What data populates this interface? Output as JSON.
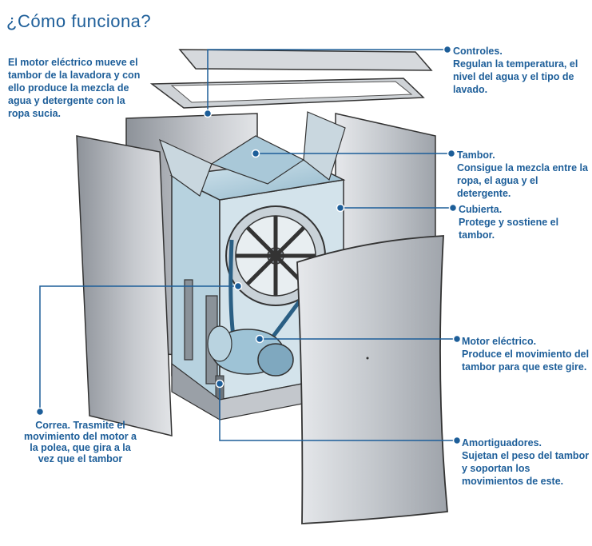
{
  "title": "¿Cómo funciona?",
  "intro": "El motor eléctrico mueve el tambor de la lavadora y con ello produce la mezcla de agua y detergente con la ropa sucia.",
  "labels": {
    "controles": {
      "head": "Controles.",
      "desc": "Regulan la temperatura, el nivel del agua y el tipo de lavado."
    },
    "tambor": {
      "head": "Tambor.",
      "desc": "Consigue la mezcla entre la ropa, el agua y el detergente."
    },
    "cubierta": {
      "head": "Cubierta.",
      "desc": "Protege y sostiene el tambor."
    },
    "motor": {
      "head": "Motor eléctrico.",
      "desc": "Produce el movimiento del tambor para que este gire."
    },
    "amortiguadores": {
      "head": "Amortiguadores.",
      "desc": "Sujetan el peso del tambor y soportan los movimientos de este."
    },
    "correa": {
      "head": "Correa.",
      "desc": "Trasmite el movimiento del motor a la polea, que gira a la vez que el tambor"
    }
  },
  "colors": {
    "accent": "#1d5e99",
    "leader": "#1d5e99",
    "panel": "#b8bcc2",
    "drum": "#9ec3d6"
  }
}
